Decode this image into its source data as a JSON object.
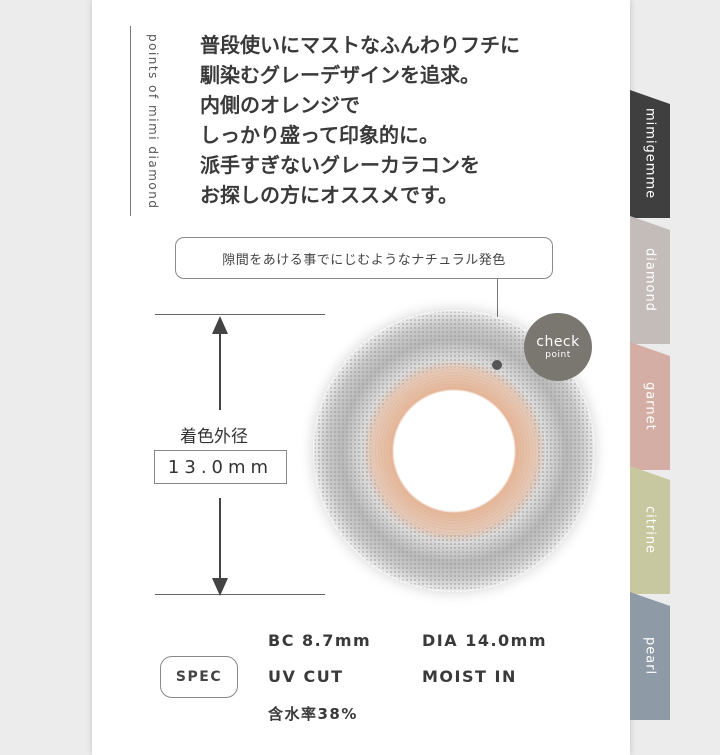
{
  "side_title": "points of mimi diamond",
  "headline": [
    "普段使いにマストなふんわりフチに",
    "馴染むグレーデザインを追求。",
    "内側のオレンジで",
    "しっかり盛って印象的に。",
    "派手すぎないグレーカラコンを",
    "お探しの方にオススメです。"
  ],
  "callout_text": "隙間をあける事でにじむようなナチュラル発色",
  "check_badge": {
    "title": "check",
    "subtitle": "point"
  },
  "diameter": {
    "label": "着色外径",
    "value": "13.0mm"
  },
  "spec": {
    "badge": "SPEC",
    "bc": "BC 8.7mm",
    "dia": "DIA 14.0mm",
    "uv": "UV CUT",
    "moist": "MOIST IN",
    "water": "含水率38%"
  },
  "tabs": [
    {
      "label": "mimigemme",
      "color": "#3f3f3f"
    },
    {
      "label": "diamond",
      "color": "#c3bcb9"
    },
    {
      "label": "garnet",
      "color": "#d4aea5"
    },
    {
      "label": "citrine",
      "color": "#c8c8a0"
    },
    {
      "label": "pearl",
      "color": "#8e9ba7"
    }
  ]
}
